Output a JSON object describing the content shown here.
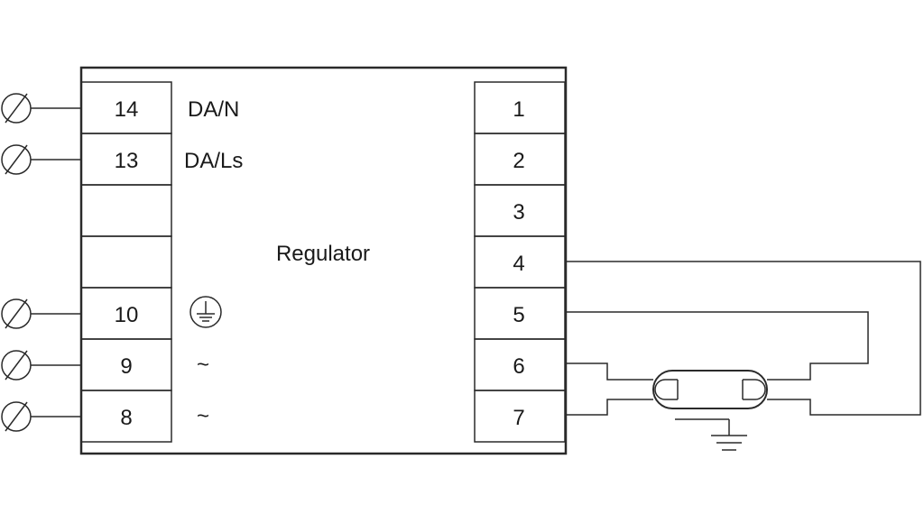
{
  "regulator": {
    "title": "Regulator"
  },
  "left_terminals": [
    {
      "number": "14",
      "label": "DA/N"
    },
    {
      "number": "13",
      "label": "DA/Ls"
    },
    {
      "number": "",
      "label": ""
    },
    {
      "number": "",
      "label": ""
    },
    {
      "number": "10",
      "label": "",
      "icon": "protective-earth-icon"
    },
    {
      "number": "9",
      "label": "~"
    },
    {
      "number": "8",
      "label": "~"
    }
  ],
  "right_terminals": [
    {
      "number": "1"
    },
    {
      "number": "2"
    },
    {
      "number": "3"
    },
    {
      "number": "4"
    },
    {
      "number": "5"
    },
    {
      "number": "6"
    },
    {
      "number": "7"
    }
  ],
  "external_connectors": {
    "icon": "screw-terminal-icon"
  },
  "lamp": {
    "icon": "fluorescent-tube-icon"
  },
  "ground": {
    "icon": "ground-icon"
  },
  "colors": {
    "line": "#2a2a2a",
    "background": "#ffffff"
  }
}
